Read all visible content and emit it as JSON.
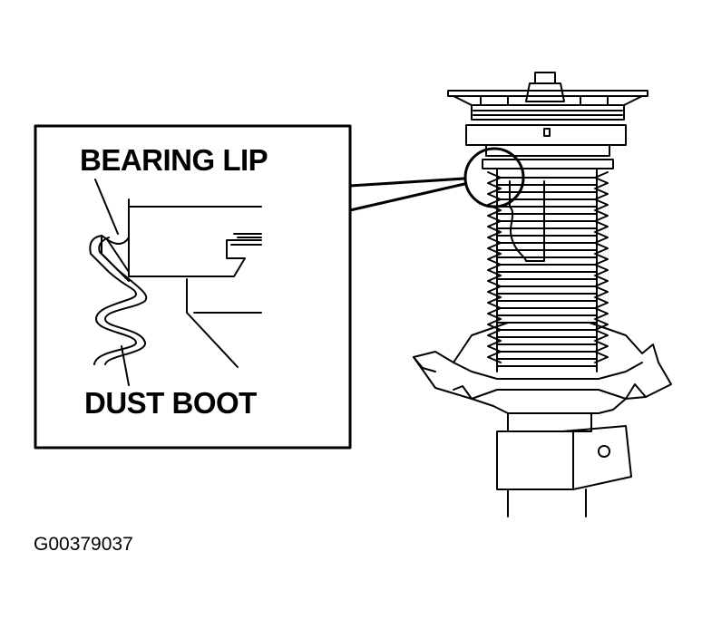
{
  "labels": {
    "bearing_lip": "BEARING LIP",
    "dust_boot": "DUST BOOT",
    "figure_code": "G00379037"
  },
  "colors": {
    "line": "#000000",
    "background": "#ffffff"
  }
}
